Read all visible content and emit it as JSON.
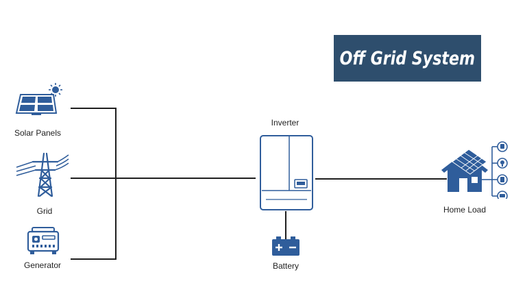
{
  "title": "Off Grid System",
  "nodes": {
    "solar": "Solar Panels",
    "grid": "Grid",
    "generator": "Generator",
    "inverter": "Inverter",
    "battery": "Battery",
    "home": "Home Load"
  },
  "colors": {
    "icon_blue": "#2f5d9b",
    "banner_bg": "#2e4e6d",
    "wire": "#1e1e1e"
  }
}
